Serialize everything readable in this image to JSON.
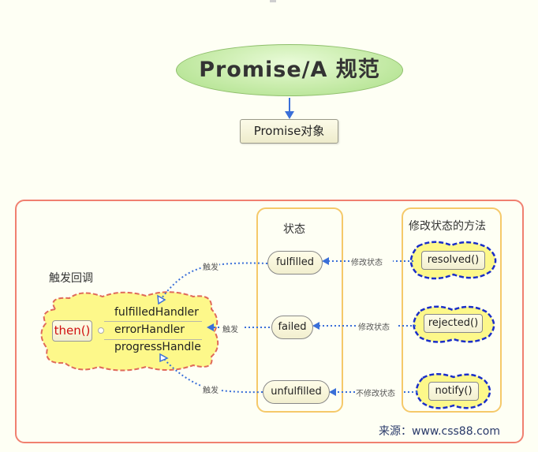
{
  "title": "Promise/A 规范",
  "object_label": "Promise对象",
  "states": {
    "header": "状态",
    "fulfilled": "fulfilled",
    "failed": "failed",
    "unfulfilled": "unfulfilled"
  },
  "methods": {
    "header": "修改状态的方法",
    "resolved": "resolved()",
    "rejected": "rejected()",
    "notify": "notify()"
  },
  "trigger_callback": "触发回调",
  "then": "then()",
  "handlers": [
    "fulfilledHandler",
    "errorHandler",
    "progressHandle"
  ],
  "edge_labels": {
    "change_state_1": "修改状态",
    "change_state_2": "修改状态",
    "no_change_state": "不修改状态",
    "trigger_1": "触发",
    "trigger_2": "触发",
    "trigger_3": "触发"
  },
  "source": "来源：www.css88.com",
  "colors": {
    "title_fill": "#c9eeaa",
    "main_border": "#f08070",
    "panel_border": "#f5c96a",
    "cloud_fill": "#fdf88a",
    "cloud_border_red": "#e06a5a",
    "cloud_border_blue": "#1a2ec8",
    "arrow_blue": "#3a6fd8",
    "then_text": "#d01010"
  }
}
